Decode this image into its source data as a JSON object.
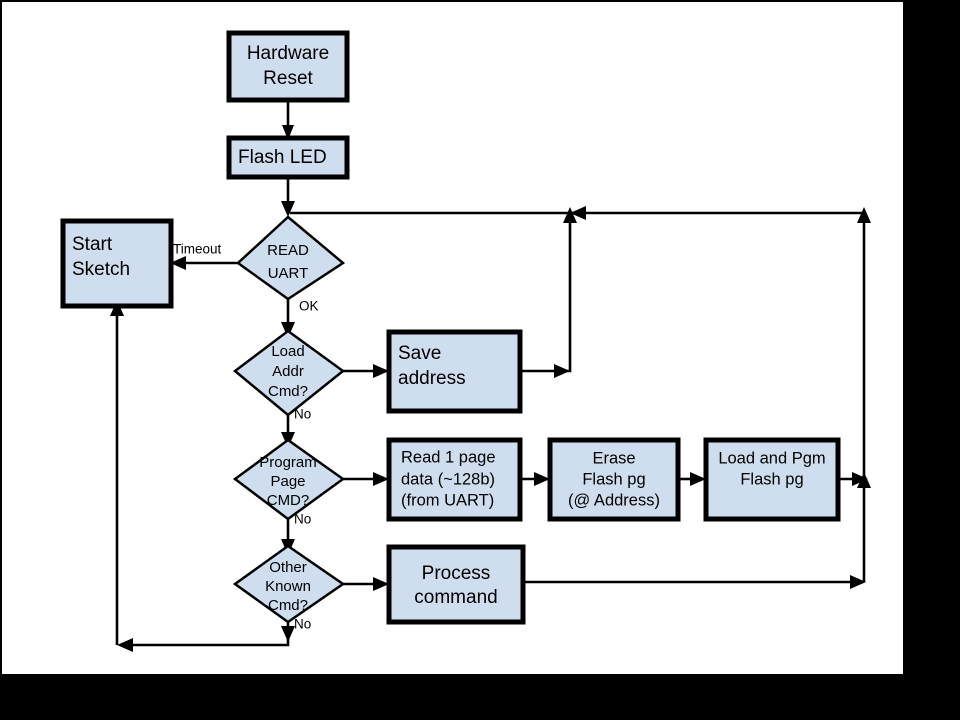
{
  "diagram": {
    "title": "Arduino Bootloader Flowchart",
    "colors": {
      "node_fill": "#cfdeef",
      "node_stroke": "#000000",
      "canvas_bg": "#ffffff",
      "frame_bg": "#000000"
    },
    "nodes": [
      {
        "id": "hardware-reset",
        "shape": "process",
        "lines": [
          "Hardware",
          "Reset"
        ],
        "align": "center"
      },
      {
        "id": "flash-led",
        "shape": "process",
        "lines": [
          "Flash LED"
        ],
        "align": "left"
      },
      {
        "id": "start-sketch",
        "shape": "process",
        "lines": [
          "Start",
          "Sketch"
        ],
        "align": "left"
      },
      {
        "id": "read-uart",
        "shape": "decision",
        "lines": [
          "READ",
          "UART"
        ],
        "align": "center"
      },
      {
        "id": "load-addr-cmd",
        "shape": "decision",
        "lines": [
          "Load",
          "Addr",
          "Cmd?"
        ],
        "align": "center"
      },
      {
        "id": "save-address",
        "shape": "process",
        "lines": [
          "Save",
          "address"
        ],
        "align": "left"
      },
      {
        "id": "program-page-cmd",
        "shape": "decision",
        "lines": [
          "Program",
          "Page",
          "CMD?"
        ],
        "align": "center"
      },
      {
        "id": "read-page-data",
        "shape": "process",
        "lines": [
          "Read 1 page",
          "data (~128b)",
          "(from UART)"
        ],
        "align": "left"
      },
      {
        "id": "erase-flash-pg",
        "shape": "process",
        "lines": [
          "Erase",
          "Flash pg",
          "(@ Address)"
        ],
        "align": "center"
      },
      {
        "id": "load-pgm-flash",
        "shape": "process",
        "lines": [
          "Load and Pgm",
          "Flash pg"
        ],
        "align": "center"
      },
      {
        "id": "other-known-cmd",
        "shape": "decision",
        "lines": [
          "Other",
          "Known",
          "Cmd?"
        ],
        "align": "center"
      },
      {
        "id": "process-command",
        "shape": "process",
        "lines": [
          "Process",
          "command"
        ],
        "align": "center"
      }
    ],
    "node_text": {
      "hardware_reset_l1": "Hardware",
      "hardware_reset_l2": "Reset",
      "flash_led_l1": "Flash LED",
      "start_sketch_l1": "Start",
      "start_sketch_l2": "Sketch",
      "read_uart_l1": "READ",
      "read_uart_l2": "UART",
      "load_addr_l1": "Load",
      "load_addr_l2": "Addr",
      "load_addr_l3": "Cmd?",
      "save_address_l1": "Save",
      "save_address_l2": "address",
      "program_page_l1": "Program",
      "program_page_l2": "Page",
      "program_page_l3": "CMD?",
      "read_page_l1": "Read 1 page",
      "read_page_l2": "data (~128b)",
      "read_page_l3": "(from UART)",
      "erase_flash_l1": "Erase",
      "erase_flash_l2": "Flash pg",
      "erase_flash_l3": "(@ Address)",
      "load_pgm_l1": "Load and Pgm",
      "load_pgm_l2": "Flash pg",
      "other_known_l1": "Other",
      "other_known_l2": "Known",
      "other_known_l3": "Cmd?",
      "process_cmd_l1": "Process",
      "process_cmd_l2": "command"
    },
    "edge_labels": {
      "timeout": "Timeout",
      "ok": "OK",
      "no_load_addr": "No",
      "no_program_page": "No",
      "no_other_known": "No"
    }
  }
}
